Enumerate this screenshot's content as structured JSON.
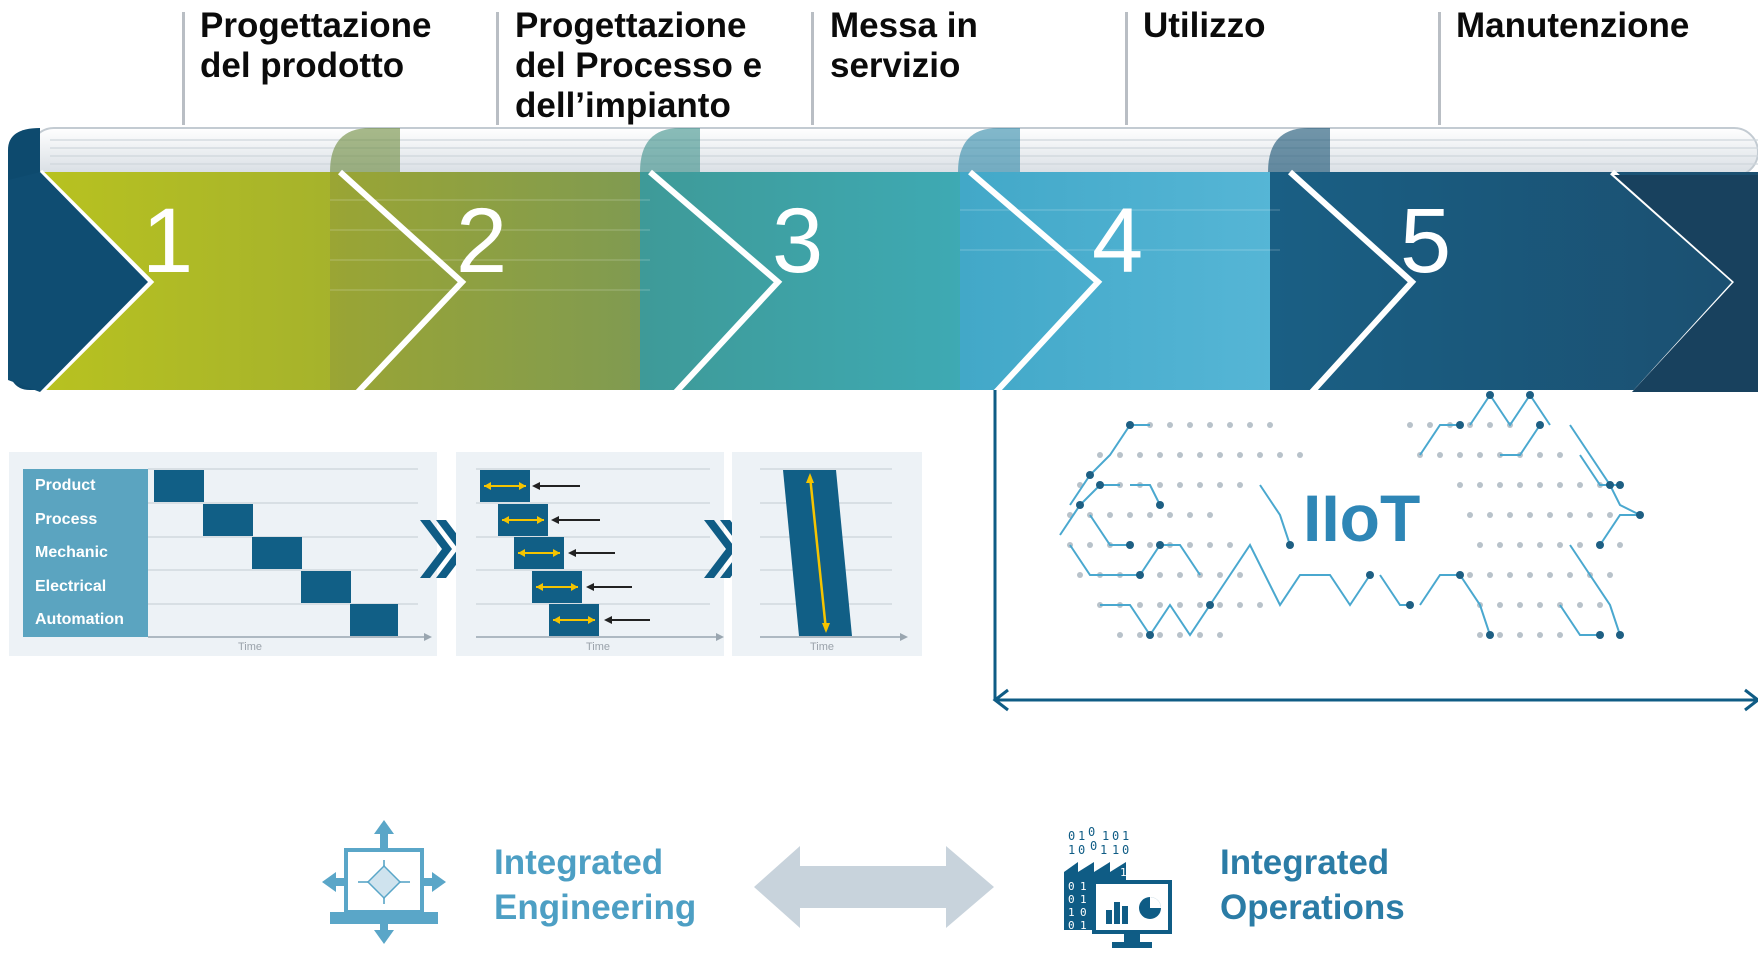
{
  "phases": [
    {
      "number": "1",
      "label": "Progettazione\ndel prodotto"
    },
    {
      "number": "2",
      "label": "Progettazione\ndel Processo e\ndell’impianto"
    },
    {
      "number": "3",
      "label": "Messa in\nservizio"
    },
    {
      "number": "4",
      "label": "Utilizzo"
    },
    {
      "number": "5",
      "label": "Manutenzione"
    }
  ],
  "timeline": {
    "rows": [
      "Product",
      "Process",
      "Mechanic",
      "Electrical",
      "Automation"
    ],
    "axis_label": "Time"
  },
  "iiot": {
    "label": "IIoT"
  },
  "footer": {
    "engineering": "Integrated\nEngineering",
    "operations": "Integrated\nOperations",
    "binary_digits": [
      "0",
      "1",
      "0",
      "1",
      "0",
      "1",
      "1",
      "0",
      "0",
      "1",
      "1",
      "0",
      "0",
      "0",
      "1",
      "0",
      "1",
      "1",
      "0",
      "1",
      "1",
      "1",
      "0"
    ]
  },
  "colors": {
    "phase1": "#b2bc24",
    "phase2": "#8c9c3a",
    "phase3": "#3aa0a8",
    "phase4": "#4eafce",
    "phase5": "#1f6e8f",
    "dark_blue": "#0d5c85",
    "accent_yellow": "#f5c400",
    "panel_bg": "#edf2f6"
  }
}
